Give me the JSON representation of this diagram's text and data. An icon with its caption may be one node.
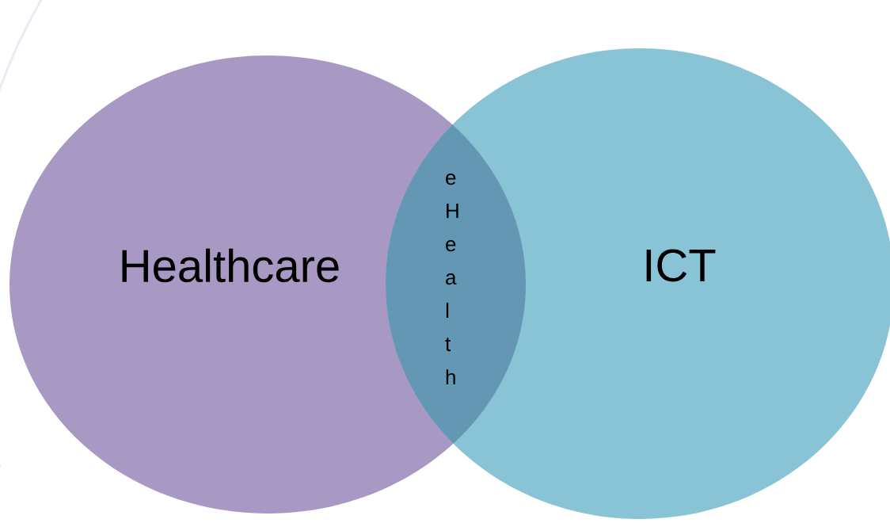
{
  "diagram": {
    "nodes": [
      {
        "text": [
          "Healthcare"
        ]
      },
      {
        "text": [
          "ICT"
        ]
      },
      {
        "text": [
          "e H e a l t h"
        ]
      }
    ]
  }
}
